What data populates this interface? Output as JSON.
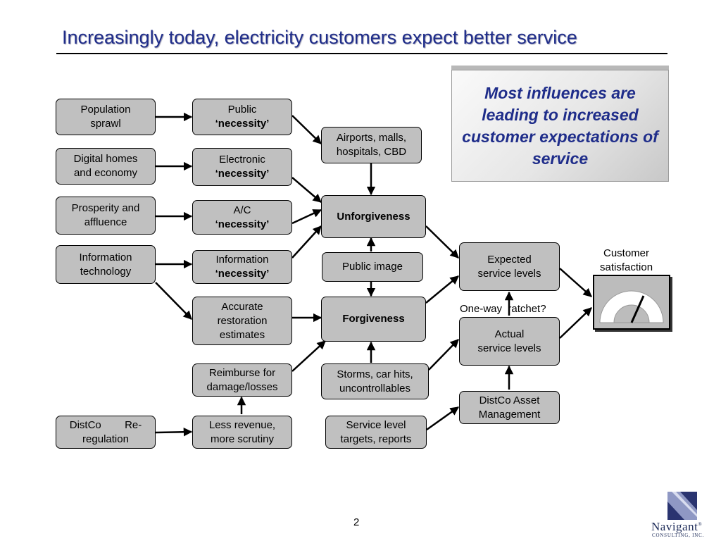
{
  "title": "Increasingly today, electricity customers expect better service",
  "callout": "Most influences are leading to increased customer expectations of service",
  "nodes": {
    "population_sprawl": [
      "Population",
      "sprawl"
    ],
    "digital_homes": [
      "Digital homes",
      "and economy"
    ],
    "prosperity": [
      "Prosperity and",
      "affluence"
    ],
    "information_technology": [
      "Information",
      "technology"
    ],
    "distco_reregulation": [
      "DistCo        Re-",
      "regulation"
    ],
    "public_necessity": [
      "Public",
      "‘necessity’"
    ],
    "electronic_necessity": [
      "Electronic",
      "‘necessity’"
    ],
    "ac_necessity": [
      "A/C",
      "‘necessity’"
    ],
    "information_necessity": [
      "Information",
      "‘necessity’"
    ],
    "accurate_restoration": [
      "Accurate",
      "restoration",
      "estimates"
    ],
    "reimburse": [
      "Reimburse for",
      "damage/losses"
    ],
    "less_revenue": [
      "Less revenue,",
      "more scrutiny"
    ],
    "airports": [
      "Airports, malls,",
      "hospitals, CBD"
    ],
    "unforgiveness": [
      "Unforgiveness"
    ],
    "public_image": [
      "Public image"
    ],
    "forgiveness": [
      "Forgiveness"
    ],
    "storms": [
      "Storms, car hits,",
      "uncontrollables"
    ],
    "service_targets": [
      "Service level",
      "targets, reports"
    ],
    "expected_service": [
      "Expected",
      "service levels"
    ],
    "actual_service": [
      "Actual",
      "service levels"
    ],
    "distco_asset": [
      "DistCo Asset",
      "Management"
    ]
  },
  "labels": {
    "customer_satisfaction": [
      "Customer",
      "satisfaction"
    ],
    "one_way_ratchet": "One-way  ratchet?"
  },
  "page_number": "2",
  "logo": {
    "name": "Navigant",
    "trademark": "®",
    "subtitle": "CONSULTING, INC."
  },
  "colors": {
    "title": "#1f2d8a",
    "box_fill": "#c0c0c0",
    "callout_text": "#1f2d8a"
  }
}
